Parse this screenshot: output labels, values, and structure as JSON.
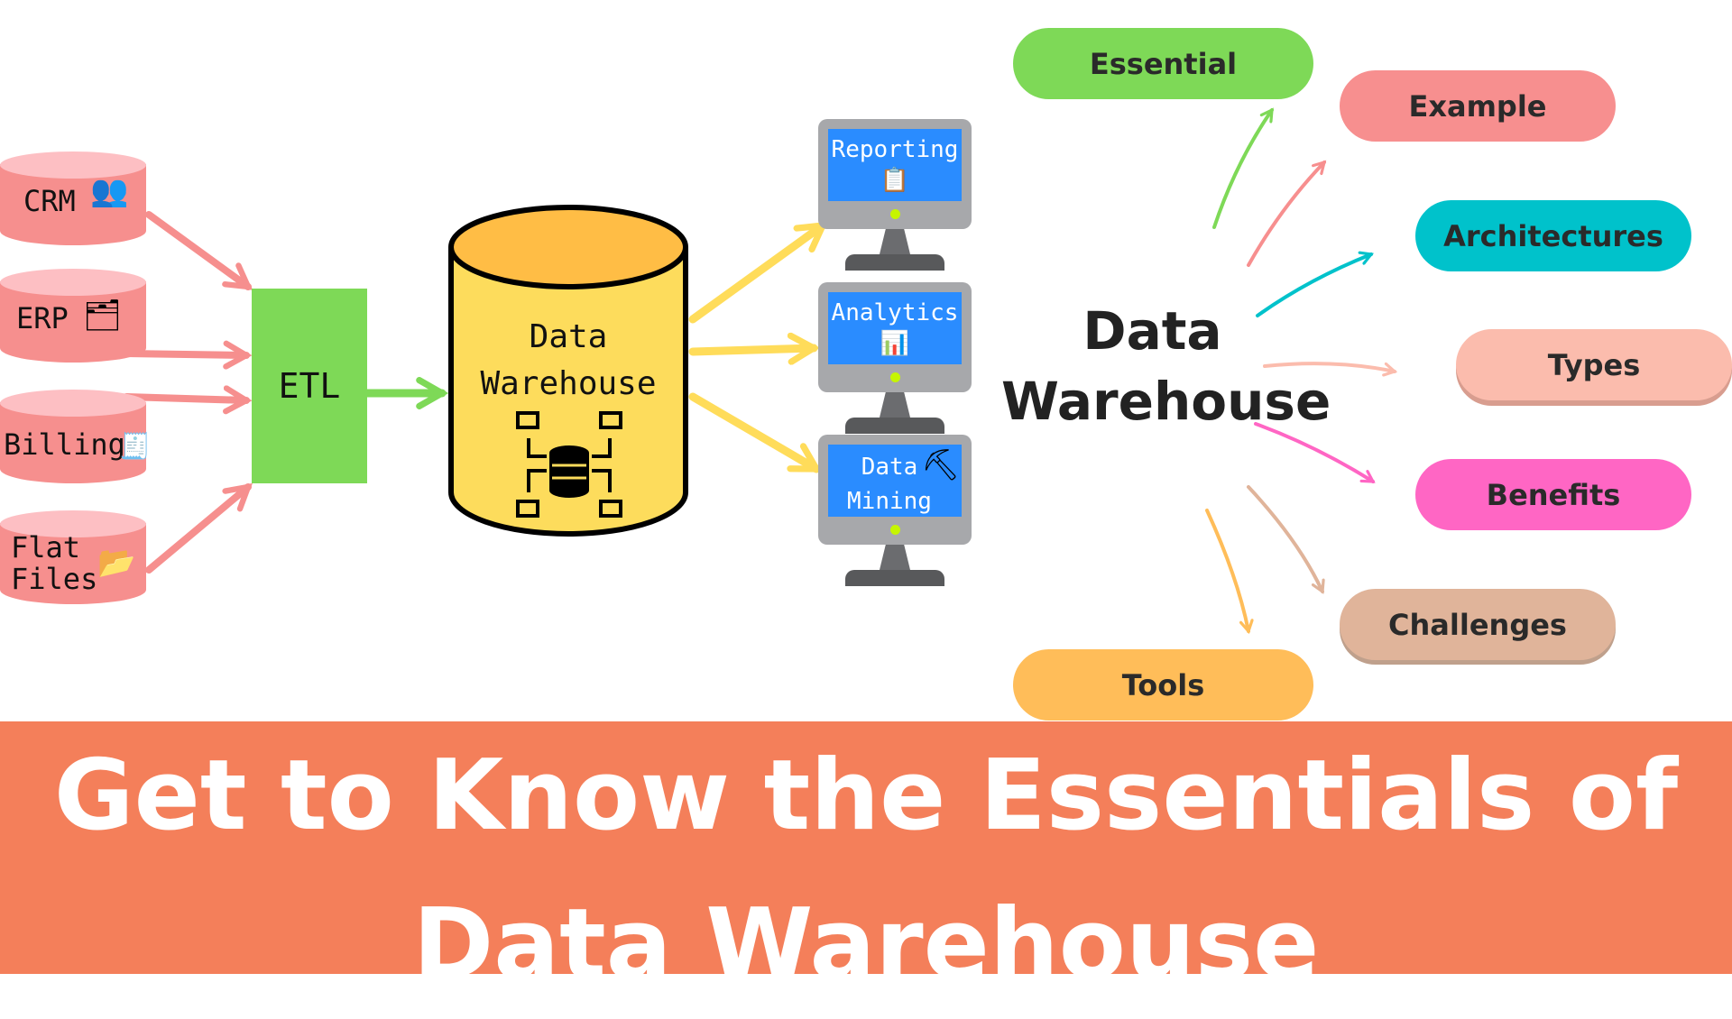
{
  "sources": [
    {
      "label": "CRM",
      "icon": "team-icon"
    },
    {
      "label": "ERP",
      "icon": "folder-erp-icon"
    },
    {
      "label": "Billing",
      "icon": "invoice-icon"
    },
    {
      "label": "Flat Files",
      "icon": "folder-icon"
    }
  ],
  "etl": {
    "label": "ETL"
  },
  "warehouse": {
    "line1": "Data",
    "line2": "Warehouse",
    "icon": "database-network-icon"
  },
  "outputs": [
    {
      "label": "Reporting",
      "icon": "checklist-icon"
    },
    {
      "label": "Analytics",
      "icon": "bar-chart-icon"
    },
    {
      "label": "Data Mining",
      "icon": "mining-report-icon"
    }
  ],
  "mindmap": {
    "center_line1": "Data",
    "center_line2": "Warehouse",
    "topics": [
      {
        "label": "Essential",
        "color": "#7ed957"
      },
      {
        "label": "Example",
        "color": "#f78f8f"
      },
      {
        "label": "Architectures",
        "color": "#00c2cb"
      },
      {
        "label": "Types",
        "color": "#fbbcad"
      },
      {
        "label": "Benefits",
        "color": "#ff66c4"
      },
      {
        "label": "Challenges",
        "color": "#e0b49a"
      },
      {
        "label": "Tools",
        "color": "#ffbd59"
      }
    ]
  },
  "banner": {
    "line1": "Get to Know the Essentials of",
    "line2": "Data Warehouse",
    "color": "#f47f5a"
  }
}
